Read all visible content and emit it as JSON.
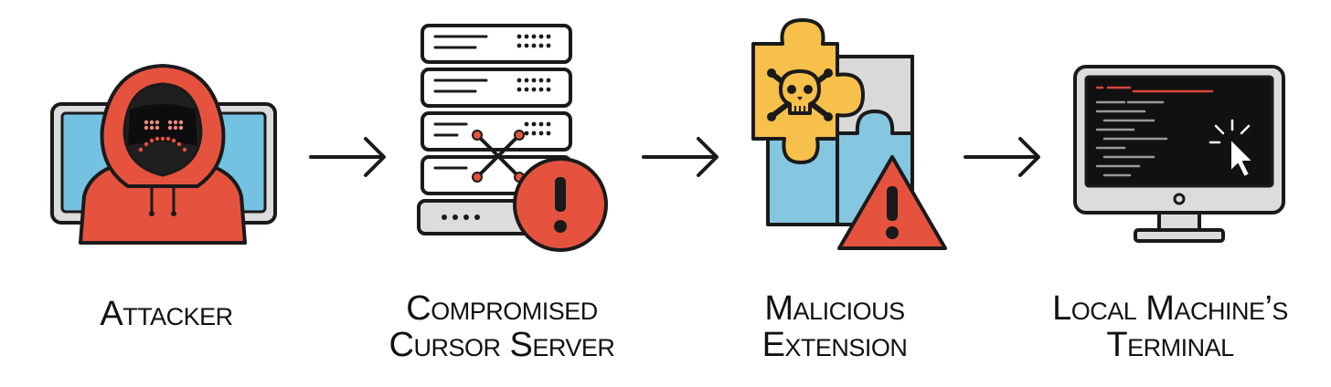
{
  "steps": [
    {
      "icon": "hooded-hacker-icon",
      "line1": "Attacker",
      "line2": ""
    },
    {
      "icon": "compromised-server-icon",
      "line1": "Compromised",
      "line2": "Cursor Server"
    },
    {
      "icon": "malicious-puzzle-icon",
      "line1": "Malicious",
      "line2": "Extension"
    },
    {
      "icon": "terminal-monitor-icon",
      "line1": "Local Machine’s",
      "line2": "Terminal"
    }
  ],
  "colors": {
    "outline": "#1a1a1a",
    "hoodie": "#e5533f",
    "screen_blue": "#74c2e1",
    "monitor_gray": "#dcdcdc",
    "warning_red": "#e5533f",
    "puzzle_yellow": "#f6c04a",
    "puzzle_blue": "#85c6e0",
    "puzzle_gray": "#d9d9d9",
    "terminal_bg": "#111111",
    "terminal_red": "#d9453a"
  }
}
